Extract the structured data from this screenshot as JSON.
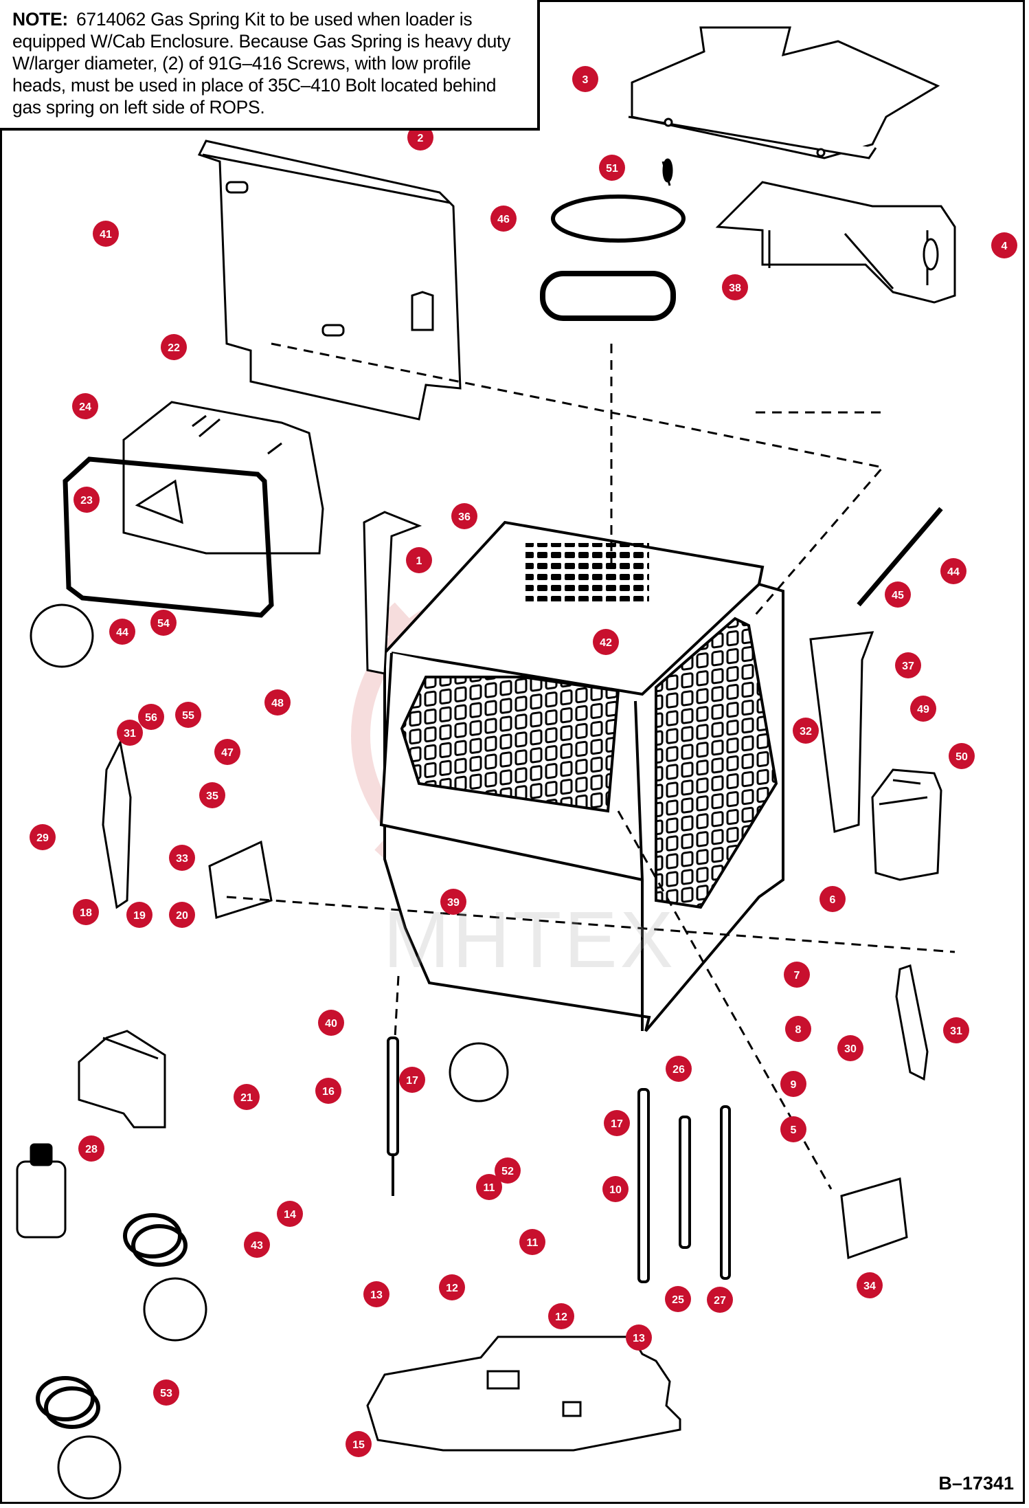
{
  "note": {
    "lead": "NOTE:",
    "text": "6714062 Gas Spring Kit to be used when loader is equipped W/Cab Enclosure. Because Gas Spring is heavy duty W/larger diameter, (2) of 91G–416 Screws, with low profile heads, must be used in place of 35C–410 Bolt located behind gas spring on left side of ROPS."
  },
  "document_id": "B–17341",
  "watermark": "MHTEX",
  "colors": {
    "callout_fill": "#c8102e",
    "callout_text": "#ffffff",
    "line_art": "#000000",
    "watermark_red": "#e8a0a0"
  },
  "callouts": [
    {
      "id": "1"
    },
    {
      "id": "2"
    },
    {
      "id": "3"
    },
    {
      "id": "4"
    },
    {
      "id": "5"
    },
    {
      "id": "6"
    },
    {
      "id": "7"
    },
    {
      "id": "8"
    },
    {
      "id": "9"
    },
    {
      "id": "10"
    },
    {
      "id": "11"
    },
    {
      "id": "11"
    },
    {
      "id": "12"
    },
    {
      "id": "12"
    },
    {
      "id": "13"
    },
    {
      "id": "13"
    },
    {
      "id": "14"
    },
    {
      "id": "15"
    },
    {
      "id": "16"
    },
    {
      "id": "17"
    },
    {
      "id": "17"
    },
    {
      "id": "18"
    },
    {
      "id": "19"
    },
    {
      "id": "20"
    },
    {
      "id": "21"
    },
    {
      "id": "22"
    },
    {
      "id": "23"
    },
    {
      "id": "24"
    },
    {
      "id": "25"
    },
    {
      "id": "26"
    },
    {
      "id": "27"
    },
    {
      "id": "28"
    },
    {
      "id": "29"
    },
    {
      "id": "30"
    },
    {
      "id": "31"
    },
    {
      "id": "31"
    },
    {
      "id": "32"
    },
    {
      "id": "33"
    },
    {
      "id": "34"
    },
    {
      "id": "35"
    },
    {
      "id": "36"
    },
    {
      "id": "37"
    },
    {
      "id": "38"
    },
    {
      "id": "39"
    },
    {
      "id": "40"
    },
    {
      "id": "41"
    },
    {
      "id": "42"
    },
    {
      "id": "43"
    },
    {
      "id": "44"
    },
    {
      "id": "44"
    },
    {
      "id": "45"
    },
    {
      "id": "46"
    },
    {
      "id": "47"
    },
    {
      "id": "48"
    },
    {
      "id": "49"
    },
    {
      "id": "50"
    },
    {
      "id": "51"
    },
    {
      "id": "52"
    },
    {
      "id": "53"
    },
    {
      "id": "54"
    },
    {
      "id": "55"
    },
    {
      "id": "56"
    }
  ]
}
